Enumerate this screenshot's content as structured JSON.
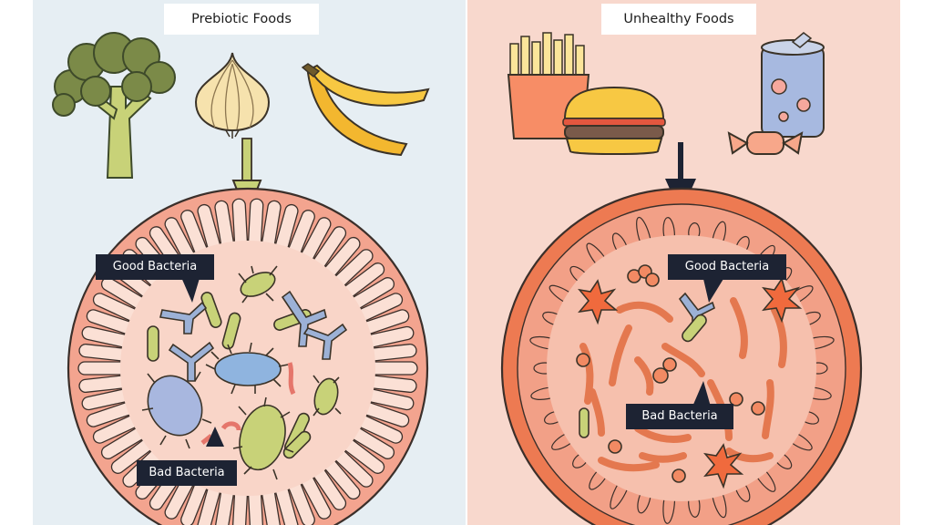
{
  "left_panel": {
    "title": "Prebiotic Foods",
    "good_label": "Good Bacteria",
    "bad_label": "Bad Bacteria"
  },
  "right_panel": {
    "title": "Unhealthy Foods",
    "good_label": "Good Bacteria",
    "bad_label": "Bad Bacteria"
  },
  "icons": {
    "left_foods": [
      "broccoli-icon",
      "onion-icon",
      "banana-icon"
    ],
    "right_foods": [
      "fries-icon",
      "burger-icon",
      "soda-can-icon",
      "candy-icon"
    ]
  },
  "colors": {
    "left_background": "#e6eef3",
    "right_background": "#f8d8cd",
    "gut_outer": "#f3a48f",
    "gut_inner_healthy": "#f9d5c8",
    "gut_unhealthy": "#ed7a52",
    "label_background": "#1d2333",
    "good_bacteria": "#b9c25a",
    "bad_bacteria_bluish": "#9cb1d6"
  }
}
